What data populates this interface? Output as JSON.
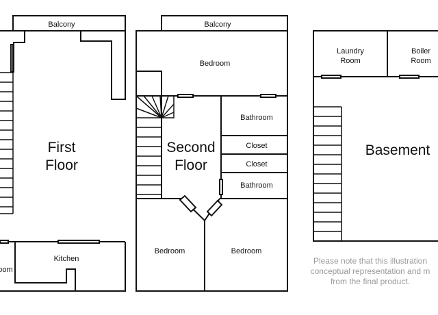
{
  "first_floor": {
    "title_line1": "First",
    "title_line2": "Floor",
    "balcony": "Balcony",
    "kitchen": "Kitchen",
    "partial_room": "oom"
  },
  "second_floor": {
    "title_line1": "Second",
    "title_line2": "Floor",
    "balcony": "Balcony",
    "bedroom_top": "Bedroom",
    "bathroom_1": "Bathroom",
    "closet_1": "Closet",
    "closet_2": "Closet",
    "bathroom_2": "Bathroom",
    "bedroom_left": "Bedroom",
    "bedroom_right": "Bedroom"
  },
  "basement": {
    "title": "Basement",
    "laundry_line1": "Laundry",
    "laundry_line2": "Room",
    "boiler_line1": "Boiler",
    "boiler_line2": "Room"
  },
  "disclaimer": {
    "line1": "Please note that this illustration",
    "line2": "conceptual representation and m",
    "line3": "from the final product."
  }
}
